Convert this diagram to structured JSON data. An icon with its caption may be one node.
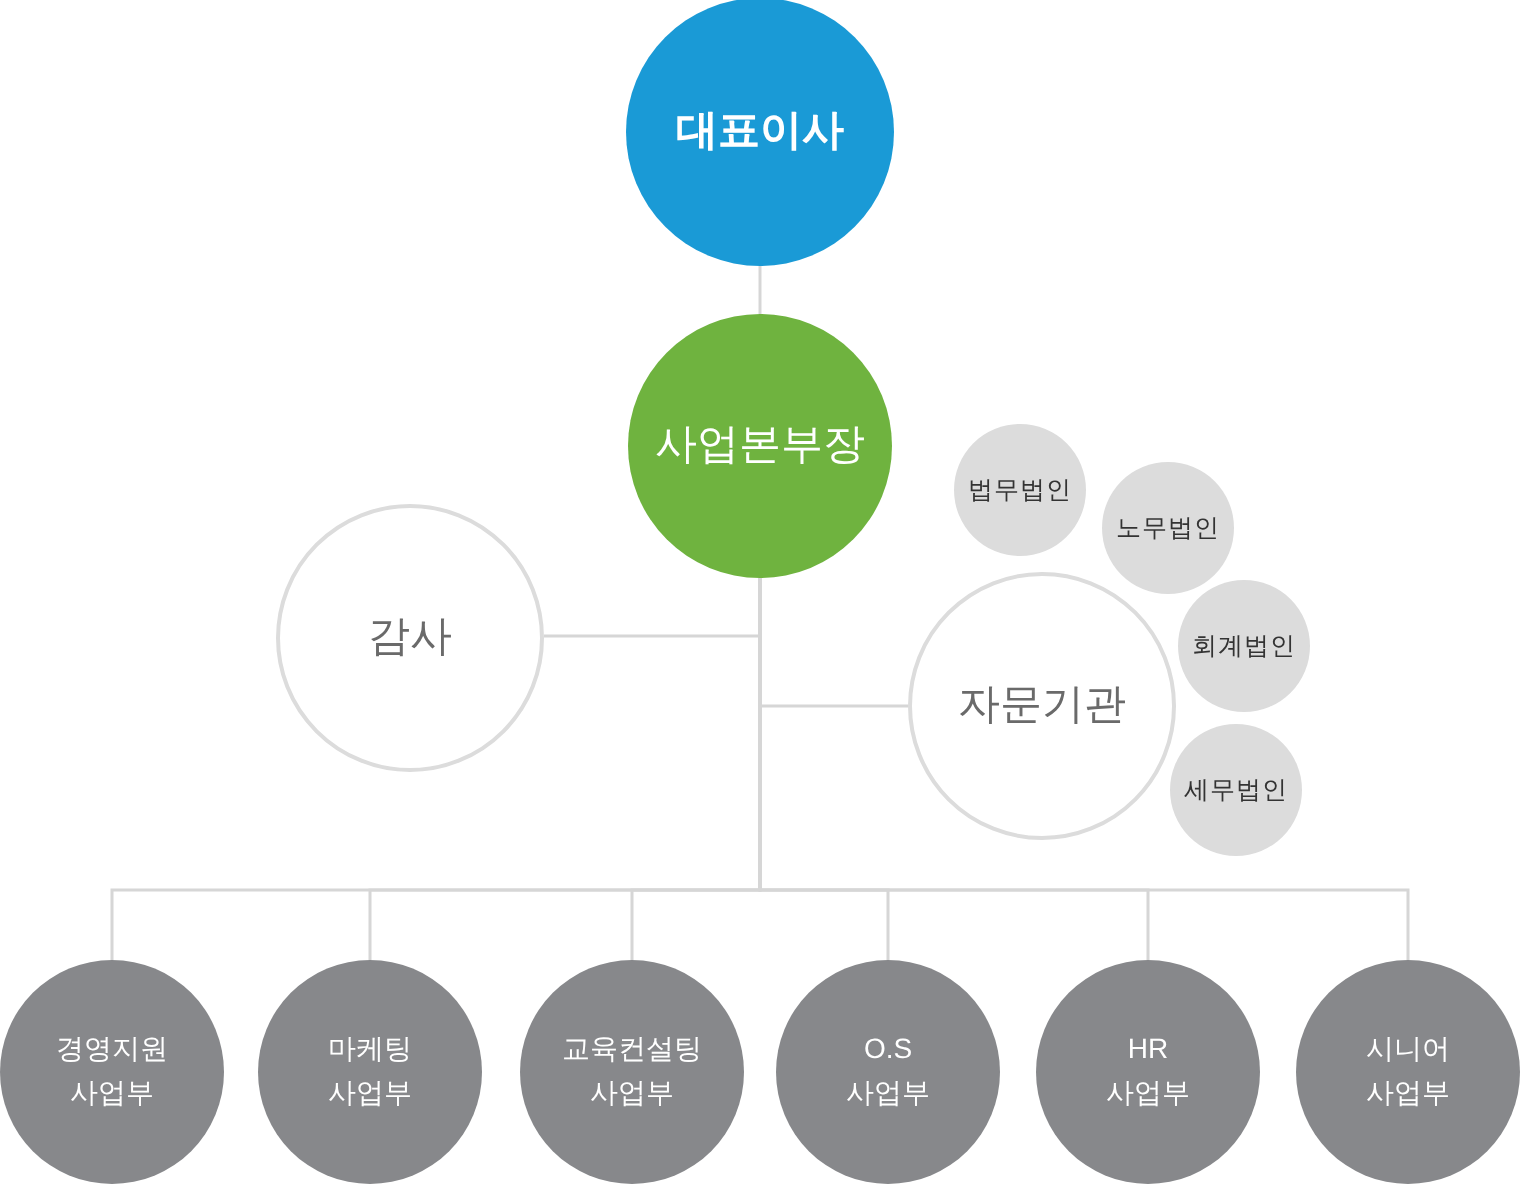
{
  "diagram": {
    "nodes": [
      {
        "text": [
          "대표이사"
        ]
      },
      {
        "text": [
          "사업본부장"
        ]
      },
      {
        "text": [
          "감사"
        ]
      },
      {
        "text": [
          "자문기관"
        ]
      },
      {
        "text": [
          "법무법인"
        ]
      },
      {
        "text": [
          "노무법인"
        ]
      },
      {
        "text": [
          "회계법인"
        ]
      },
      {
        "text": [
          "세무법인"
        ]
      },
      {
        "text": [
          "경영지원 사업부"
        ]
      },
      {
        "text": [
          "마케팅 사업부"
        ]
      },
      {
        "text": [
          "교육컨설팅 사업부"
        ]
      },
      {
        "text": [
          "O.S 사업부"
        ]
      },
      {
        "text": [
          "HR 사업부"
        ]
      },
      {
        "text": [
          "시니어 사업부"
        ]
      }
    ],
    "edges": [
      {
        "from": 0,
        "to": 1,
        "arrow": "none"
      },
      {
        "from": 1,
        "to": 2,
        "arrow": "none"
      },
      {
        "from": 1,
        "to": 3,
        "arrow": "none"
      },
      {
        "from": 1,
        "to": 8,
        "arrow": "none"
      },
      {
        "from": 1,
        "to": 9,
        "arrow": "none"
      },
      {
        "from": 1,
        "to": 10,
        "arrow": "none"
      },
      {
        "from": 1,
        "to": 11,
        "arrow": "none"
      },
      {
        "from": 1,
        "to": 12,
        "arrow": "none"
      },
      {
        "from": 1,
        "to": 13,
        "arrow": "none"
      }
    ]
  }
}
